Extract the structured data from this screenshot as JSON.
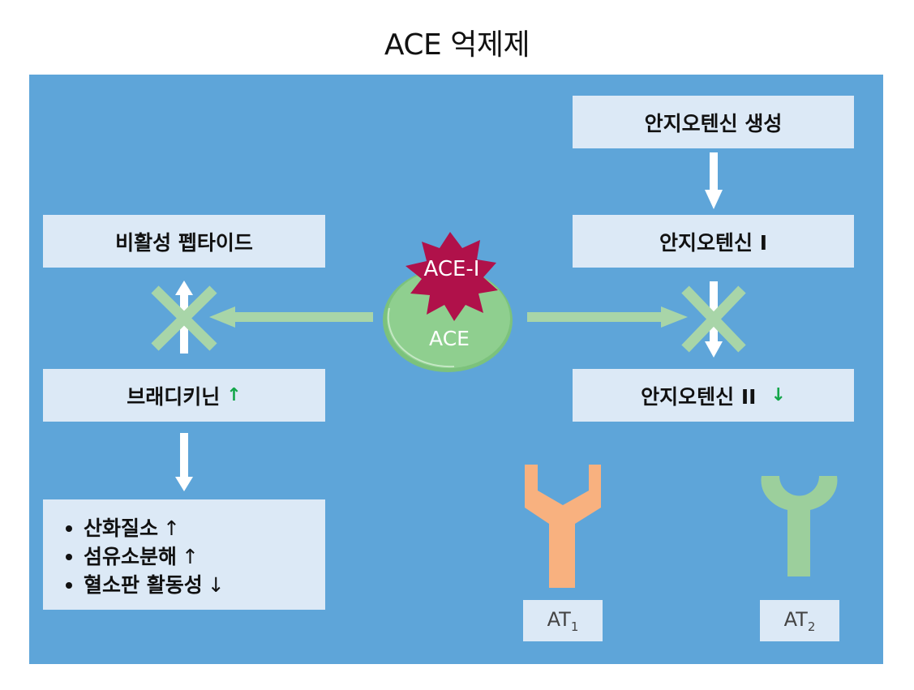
{
  "title": "ACE 억제제",
  "colors": {
    "panel_bg": "#5ea5d9",
    "box_bg": "#dce9f6",
    "ace_enzyme": "#8fcf8f",
    "ace_inhibitor": "#b0114a",
    "block_x": "#a8d5a8",
    "pathway_arrow": "#a8d5a8",
    "increase_arrow": "#13a649",
    "at1_receptor": "#f8b17f",
    "at2_receptor": "#9ccf9c"
  },
  "left": {
    "inactive_peptide": "비활성 펩타이드",
    "bradykinin": "브래디키닌",
    "bradykinin_change": "↑",
    "effects": [
      {
        "label": "산화질소",
        "change": "↑"
      },
      {
        "label": "섬유소분해",
        "change": "↑"
      },
      {
        "label": "혈소판 활동성",
        "change": "↓"
      }
    ]
  },
  "center": {
    "inhibitor_label": "ACE-I",
    "enzyme_label": "ACE"
  },
  "right": {
    "angiotensinogen": "안지오텐신 생성",
    "angiotensin_1": "안지오텐신 I",
    "angiotensin_2": "안지오텐신 II",
    "angiotensin_2_change": "↓"
  },
  "receptors": {
    "at1": {
      "base": "AT",
      "sub": "1"
    },
    "at2": {
      "base": "AT",
      "sub": "2"
    }
  }
}
